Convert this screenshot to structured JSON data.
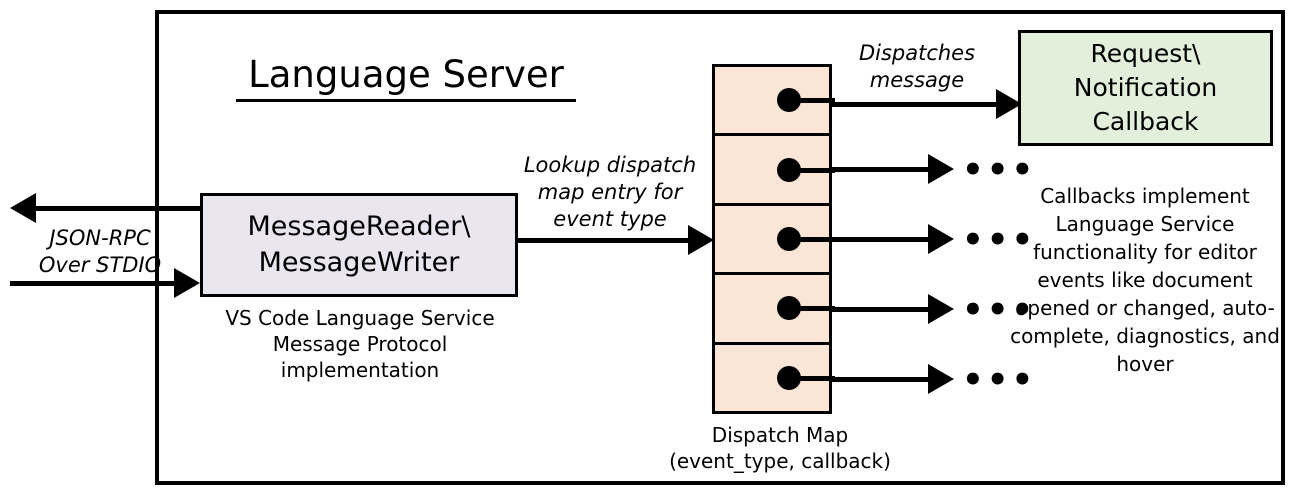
{
  "diagram": {
    "title": "Language Server",
    "external": {
      "label_line1": "JSON-RPC",
      "label_line2": "Over STDIO",
      "outbound_arrow": "arrow-left-out",
      "inbound_arrow": "arrow-right-in"
    },
    "message_box": {
      "line1": "MessageReader\\",
      "line2": "MessageWriter",
      "caption_line1": "VS Code Language Service",
      "caption_line2": "Message Protocol implementation",
      "fill": "#EAE6F0"
    },
    "lookup_label": {
      "line1": "Lookup dispatch",
      "line2": "map entry for",
      "line3": "event type"
    },
    "dispatch_map": {
      "caption_line1": "Dispatch Map",
      "caption_line2": "(event_type, callback)",
      "fill": "#FBE5D6",
      "cells": [
        {
          "index": 0,
          "marker": "dot",
          "target": "callback-box"
        },
        {
          "index": 1,
          "marker": "dot",
          "target": "ellipsis"
        },
        {
          "index": 2,
          "marker": "dot",
          "target": "ellipsis"
        },
        {
          "index": 3,
          "marker": "dot",
          "target": "ellipsis"
        },
        {
          "index": 4,
          "marker": "dot",
          "target": "ellipsis"
        }
      ],
      "ellipsis": "•••"
    },
    "dispatch_label": {
      "line1": "Dispatches",
      "line2": "message"
    },
    "callback_box": {
      "line1": "Request\\",
      "line2": "Notification",
      "line3": "Callback",
      "fill": "#E2EFDA",
      "caption": "Callbacks implement Language Service functionality for editor events like document opened or changed, auto-complete, diagnostics, and hover"
    },
    "colors": {
      "stroke": "#000000",
      "background": "#FFFFFF"
    }
  }
}
